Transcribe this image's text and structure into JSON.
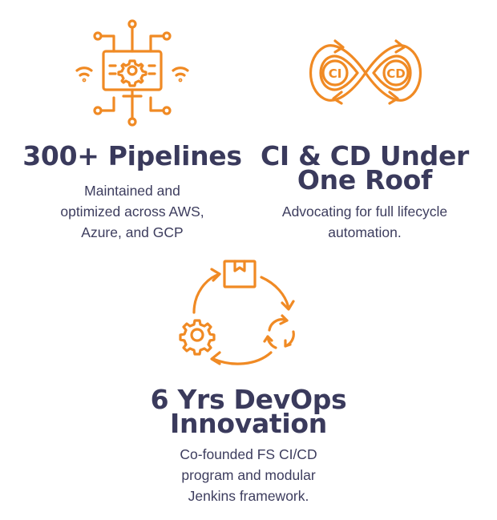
{
  "accent_color": "#f08a24",
  "text_color": "#3a3a5c",
  "features": [
    {
      "icon": "monitor-gear-network-icon",
      "title_lines": [
        "300+ Pipelines"
      ],
      "desc_lines": [
        "Maintained and",
        "optimized across AWS,",
        "Azure, and GCP"
      ]
    },
    {
      "icon": "ci-cd-infinity-icon",
      "icon_labels": {
        "left": "CI",
        "right": "CD"
      },
      "title_lines": [
        "CI & CD Under",
        "One Roof"
      ],
      "desc_lines": [
        "Advocating for full lifecycle",
        "automation."
      ]
    },
    {
      "icon": "devops-cycle-icon",
      "title_lines": [
        "6 Yrs DevOps",
        "Innovation"
      ],
      "desc_lines": [
        "Co-founded FS CI/CD",
        "program and modular",
        "Jenkins framework."
      ]
    }
  ]
}
